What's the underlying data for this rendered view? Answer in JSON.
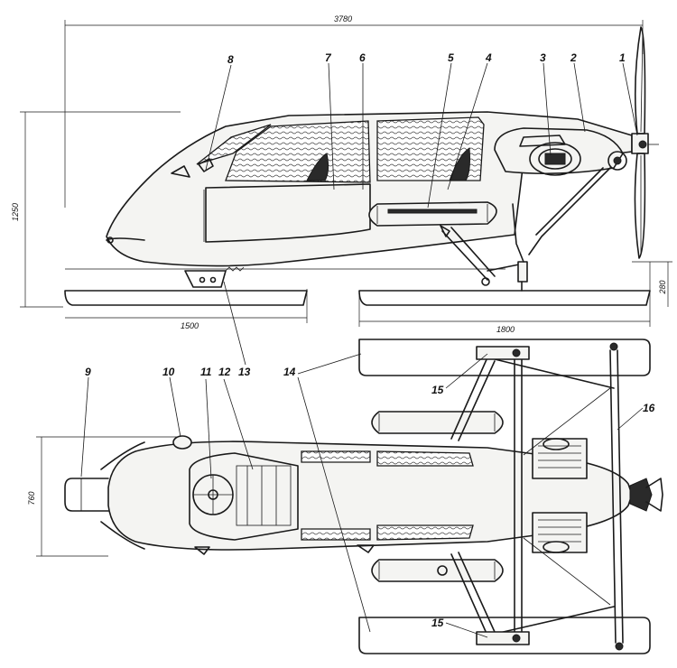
{
  "dimensions": {
    "overall_length": "3780",
    "height": "1250",
    "front_ski_length": "1500",
    "rear_ski_length": "1800",
    "ski_clearance": "280",
    "width": "760"
  },
  "callouts": [
    "1",
    "2",
    "3",
    "4",
    "5",
    "6",
    "7",
    "8",
    "9",
    "10",
    "11",
    "12",
    "13",
    "14",
    "15",
    "15",
    "16"
  ],
  "views": [
    "side-view",
    "top-view"
  ]
}
